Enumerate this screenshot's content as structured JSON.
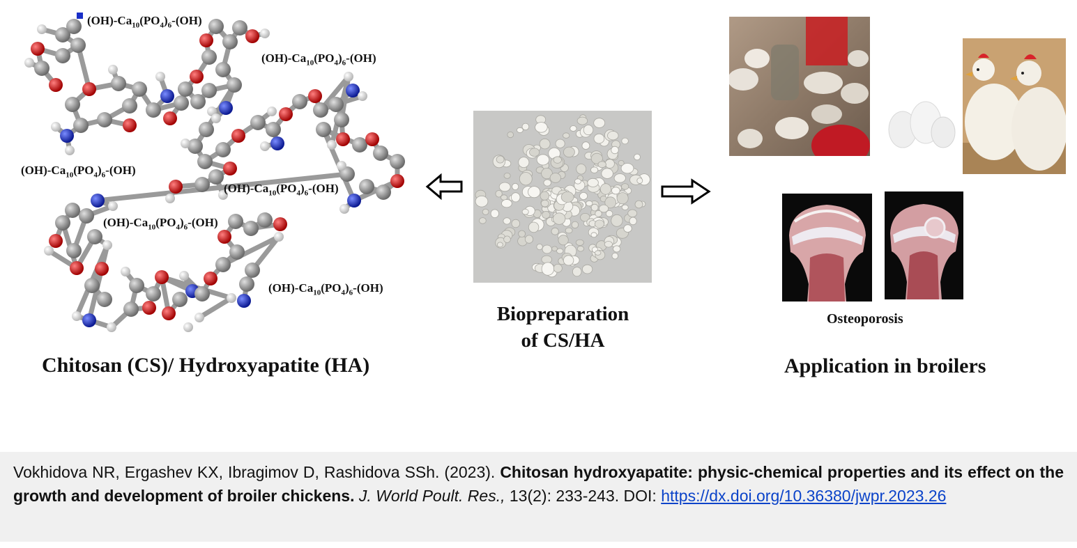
{
  "formula": {
    "prefix": "(OH)-Ca",
    "ca_sub": "10",
    "mid": "(PO",
    "po_sub": "4",
    "close": ")",
    "six_sub": "6",
    "suffix": "-(OH)"
  },
  "left_caption": "Chitosan (CS)/ Hydroxyapatite (HA)",
  "center_caption_line1": "Biopreparation",
  "center_caption_line2": "of CS/HA",
  "osteoporosis_label": "Osteoporosis",
  "right_caption": "Application in broilers",
  "citation": {
    "authors": "Vokhidova NR, Ergashev KX, Ibragimov D, Rashidova SSh. (2023).",
    "title": "Chitosan hydroxyapatite: physic-chemical properties and its effect on the growth and development of broiler chickens.",
    "journal": "J. World Poult. Res.,",
    "volume": "13(2): 233-243. DOI:",
    "doi": "https://dx.doi.org/10.36380/jwpr.2023.26"
  },
  "colors": {
    "carbon": "#8a8a8a",
    "oxygen": "#d01010",
    "nitrogen": "#1a2fc8",
    "hydrogen": "#eeeeee",
    "link": "#0b43c9",
    "citation_bg": "#f0f0f0"
  }
}
